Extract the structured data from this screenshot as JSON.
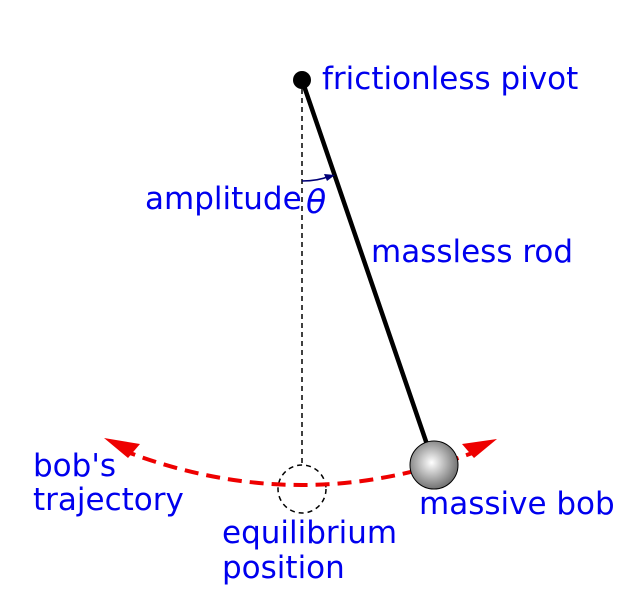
{
  "labels": {
    "pivot": "frictionless pivot",
    "amplitude": "amplitude",
    "theta": "θ",
    "rod": "massless rod",
    "trajectory_line1": "bob's",
    "trajectory_line2": "trajectory",
    "equilibrium_line1": "equilibrium",
    "equilibrium_line2": "position",
    "bob": "massive bob"
  },
  "colors": {
    "label_text": "#0000ee",
    "trajectory": "#ee0000",
    "rod": "#000000",
    "bob_light": "#ffffff",
    "bob_dark": "#666666"
  }
}
